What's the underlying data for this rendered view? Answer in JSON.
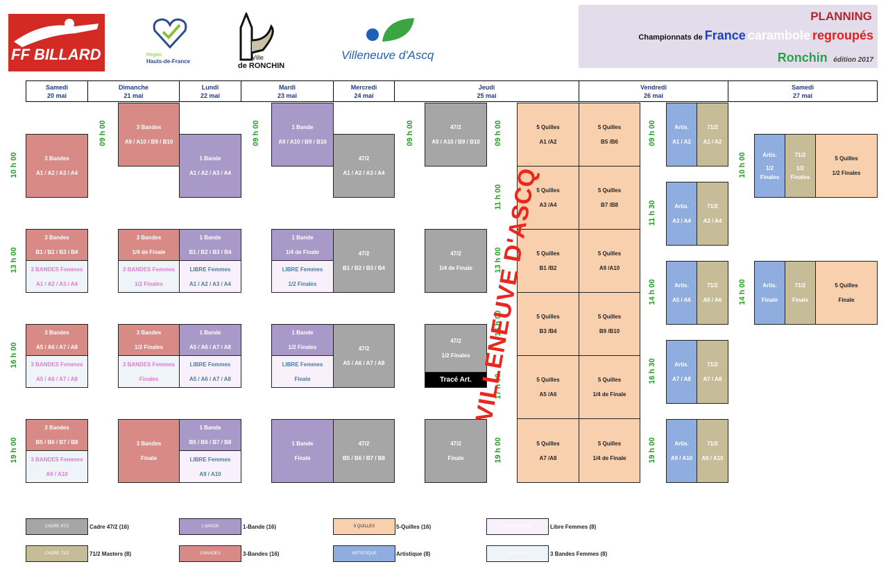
{
  "logos": {
    "ffb": "FF BILLARD",
    "region_line1": "Région",
    "region_line2": "Hauts-de-France",
    "ronchin_line1": "Ville",
    "ronchin_line2": "de RONCHIN",
    "villeneuve": "Villeneuve d'Ascq"
  },
  "title": {
    "planning": "PLANNING",
    "champ": "Championnats de",
    "france": "France",
    "carambole": "carambole",
    "regroupes": "regroupés",
    "ronchin": "Ronchin",
    "edition": "édition 2017"
  },
  "days": [
    {
      "name": "Samedi",
      "date": "20 mai"
    },
    {
      "name": "Dimanche",
      "date": "21 mai"
    },
    {
      "name": "Lundi",
      "date": "22 mai"
    },
    {
      "name": "Mardi",
      "date": "23 mai"
    },
    {
      "name": "Mercredi",
      "date": "24 mai"
    },
    {
      "name": "Jeudi",
      "date": "25 mai"
    },
    {
      "name": "Vendredi",
      "date": "26 mai"
    },
    {
      "name": "Samedi",
      "date": "27 mai"
    }
  ],
  "times": {
    "t10": "10 h 00",
    "t09": "09 h 00",
    "t13": "13 h 00",
    "t16": "16 h 00",
    "t19": "19 h 00",
    "t11": "11 h 00",
    "t15": "15 h 00",
    "t17": "17 h 00",
    "t1130": "11 h 30",
    "t14": "14 h 00",
    "t1630": "16 h 30"
  },
  "cells": {
    "sa20_a": [
      "3 Bandes",
      "A1 / A2 / A3 / A4"
    ],
    "sa20_b": [
      "3 Bandes",
      "B1 / B2 / B3 / B4"
    ],
    "sa20_bf": [
      "3 BANDES Femmes",
      "A1 / A2 / A3 / A4"
    ],
    "sa20_c": [
      "3 Bandes",
      "A5 / A6 / A7 / A8"
    ],
    "sa20_cf": [
      "3 BANDES Femmes",
      "A5 / A6 / A7 / A8"
    ],
    "sa20_d": [
      "3 Bandes",
      "B5 / B6 / B7 / B8"
    ],
    "sa20_df": [
      "3 BANDES Femmes",
      "A9 / A10"
    ],
    "di21_a": [
      "3 Bandes",
      "A9 / A10 / B9 / B10"
    ],
    "di21_b": [
      "3 Bandes",
      "1/4 de Finale"
    ],
    "di21_bf": [
      "3 BANDES Femmes",
      "1/2 Finales"
    ],
    "di21_c": [
      "3 Bandes",
      "1/2 Finales"
    ],
    "di21_cf": [
      "3 BANDES Femmes",
      "Finales"
    ],
    "di21_d": [
      "3 Bandes",
      "Finale"
    ],
    "lu22_a": [
      "1 Bande",
      "A1 / A2 / A3 / A4"
    ],
    "lu22_b": [
      "1 Bande",
      "B1 / B2 / B3 / B4"
    ],
    "lu22_bl": [
      "LIBRE Femmes",
      "A1 / A2 / A3 / A4"
    ],
    "lu22_c": [
      "1 Bande",
      "A5 / A6 / A7 / A8"
    ],
    "lu22_cl": [
      "LIBRE Femmes",
      "A5 / A6 / A7 / A8"
    ],
    "lu22_d": [
      "1 Bande",
      "B5 / B6 / B7 / B8"
    ],
    "lu22_dl": [
      "LIBRE Femmes",
      "A9 / A10"
    ],
    "ma23_a": [
      "1 Bande",
      "A9 / A10 / B9 / B10"
    ],
    "ma23_b": [
      "1 Bande",
      "1/4 de Finale"
    ],
    "ma23_bl": [
      "LIBRE Femmes",
      "1/2 Finales"
    ],
    "ma23_c": [
      "1 Bande",
      "1/2 Finales"
    ],
    "ma23_cl": [
      "LIBRE Femmes",
      "Finale"
    ],
    "ma23_d": [
      "1 Bande",
      "Finale"
    ],
    "me24_a": [
      "47/2",
      "A1 / A2 / A3 / A4"
    ],
    "me24_b": [
      "47/2",
      "B1 / B2 / B3 / B4"
    ],
    "me24_c": [
      "47/2",
      "A5 / A6 / A7 / A8"
    ],
    "me24_d": [
      "47/2",
      "B5 / B6 / B7 / B8"
    ],
    "je25_a": [
      "47/2",
      "A9 / A10 / B9 / B10"
    ],
    "je25_b": [
      "47/2",
      "1/4 de Finale"
    ],
    "je25_c": [
      "47/2",
      "1/2 Finales"
    ],
    "je25_trace": "Tracé Art.",
    "je25_d": [
      "47/2",
      "Finale"
    ],
    "q1_1": [
      "5 Quilles",
      "A1 /A2"
    ],
    "q1_2": [
      "5 Quilles",
      "A3 /A4"
    ],
    "q1_3": [
      "5 Quilles",
      "B1 /B2"
    ],
    "q1_4": [
      "5 Quilles",
      "B3 /B4"
    ],
    "q1_5": [
      "5 Quilles",
      "A5 /A6"
    ],
    "q1_6": [
      "5 Quilles",
      "A7 /A8"
    ],
    "q2_1": [
      "5 Quilles",
      "B5 /B6"
    ],
    "q2_2": [
      "5 Quilles",
      "B7 /B8"
    ],
    "q2_3": [
      "5 Quilles",
      "A9 /A10"
    ],
    "q2_4": [
      "5 Quilles",
      "B9 /B10"
    ],
    "q2_5": [
      "5 Quilles",
      "1/4 de Finale"
    ],
    "q2_6": [
      "5 Quilles",
      "1/4 de Finale"
    ],
    "ve_art1": [
      "Artis.",
      "A1 / A2"
    ],
    "ve_71_1": [
      "71/2",
      "A1 / A2"
    ],
    "ve_art2": [
      "Artis.",
      "A3 / A4"
    ],
    "ve_71_2": [
      "71/2",
      "A3 / A4"
    ],
    "ve_art3": [
      "Artis.",
      "A5 / A6"
    ],
    "ve_71_3": [
      "71/2",
      "A5 / A6"
    ],
    "ve_art4": [
      "Artis.",
      "A7 / A8"
    ],
    "ve_71_4": [
      "71/2",
      "A7 / A8"
    ],
    "ve_art5": [
      "Artis.",
      "A9 / A10"
    ],
    "ve_71_5": [
      "71/2",
      "A9 / A10"
    ],
    "sa27_art1": [
      "Artis.",
      "1/2",
      "Finales"
    ],
    "sa27_71_1": [
      "71/2",
      "1/2",
      "Finales"
    ],
    "sa27_q1": [
      "5 Quilles",
      "1/2 Finales"
    ],
    "sa27_art2": [
      "Artis.",
      "Finale"
    ],
    "sa27_71_2": [
      "71/2",
      "Finale"
    ],
    "sa27_q2": [
      "5 Quilles",
      "Finale"
    ]
  },
  "overlay": "VILLENEUVE D'ASCQ",
  "legend": [
    {
      "swatch": "CADRE 47/2",
      "text": "Cadre 47/2 (16)"
    },
    {
      "swatch": "1 BANDE",
      "text": "1-Bande (16)"
    },
    {
      "swatch": "5 QUILLES",
      "text": "5-Quilles (16)"
    },
    {
      "swatch": "LIBRE Femmes",
      "text": "Libre Femmes (8)"
    },
    {
      "swatch": "CADRE 71/2",
      "text": "71/2 Masters (8)"
    },
    {
      "swatch": "3 BANDES",
      "text": "3-Bandes (16)"
    },
    {
      "swatch": "ARTISTIQUE",
      "text": "Artistique (8)"
    },
    {
      "swatch": "3B Femmes",
      "text": "3 Bandes Femmes (8)"
    }
  ],
  "colors": {
    "three_bandes": "#d88a86",
    "one_bande": "#a999c9",
    "cadre47": "#a6a6a6",
    "cadre71": "#c7bc98",
    "quilles": "#f9d0ad",
    "artistique": "#8fadde",
    "time_green": "#2a9a2a",
    "overlay_red": "#e8281e"
  }
}
